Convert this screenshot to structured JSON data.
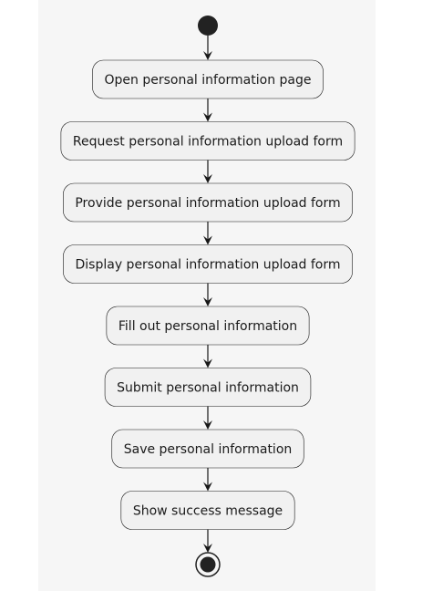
{
  "diagram": {
    "steps": [
      "Open personal information page",
      "Request personal information upload form",
      "Provide personal information upload form",
      "Display personal information upload form",
      "Fill out personal information",
      "Submit personal information",
      "Save personal information",
      "Show success message"
    ],
    "colors": {
      "box_fill": "#f1f1f1",
      "box_stroke": "#181818",
      "arrow": "#181818",
      "node": "#222222",
      "panel": "#f6f6f6"
    }
  }
}
